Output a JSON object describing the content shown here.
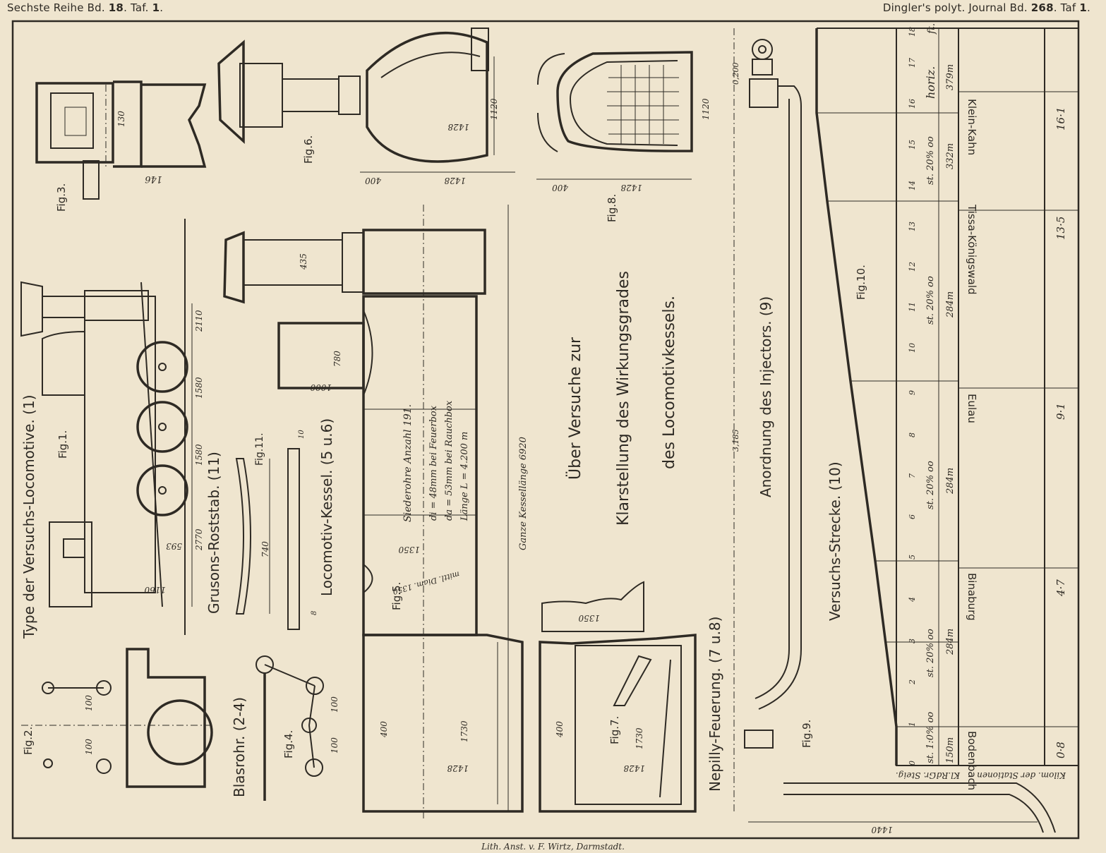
{
  "header": {
    "left_prefix": "Sechste Reihe Bd.",
    "left_vol": "18",
    "left_sep": ". Taf.",
    "left_num": "1",
    "left_end": ".",
    "right_prefix": "Dingler's polyt. Journal Bd.",
    "right_vol": "268",
    "right_sep": ". Taf",
    "right_num": "1",
    "right_end": "."
  },
  "footer": "Lith. Anst. v. F. Wirtz, Darmstadt.",
  "titles": {
    "main1": "Über Versuche zur",
    "main2": "Klarstellung des Wirkungsgrades",
    "main3": "des Locomotivkessels.",
    "type_loco": "Type der Versuchs-Locomotive. (1)",
    "grusons": "Grusons-Roststab. (11)",
    "loco_kessel": "Locomotiv-Kessel. (5 u.6)",
    "blasrohr": "Blasrohr. (2-4)",
    "nepilly": "Nepilly-Feuerung. (7 u.8)",
    "injectors": "Anordnung des Injectors. (9)",
    "strecke": "Versuchs-Strecke. (10)"
  },
  "figures": {
    "fig1": "Fig.1.",
    "fig2": "Fig.2.",
    "fig3": "Fig.3.",
    "fig4": "Fig.4.",
    "fig5": "Fig.5.",
    "fig6": "Fig.6.",
    "fig7": "Fig.7.",
    "fig8": "Fig.8.",
    "fig9": "Fig.9.",
    "fig10": "Fig.10.",
    "fig11": "Fig.11."
  },
  "boiler_text": {
    "line1": "Siederohre Anzahl 191.",
    "line2": "di = 48mm bei Feuerbox",
    "line3": "da = 53mm bei Rauchbox",
    "line4": "Länge L = 4.200 m",
    "ganze": "Ganze Kessellänge 6920",
    "mittl": "mittl. Diam. 1350"
  },
  "dims": {
    "d130": "130",
    "d146": "146",
    "d400a": "400",
    "d1428a": "1428",
    "d1120a": "1120",
    "d1428b": "1428",
    "d400b": "400",
    "d1428c": "1428",
    "d1120b": "1120",
    "d435": "435",
    "d780": "780",
    "d1000": "1000",
    "d1350a": "1350",
    "d2110": "2110",
    "d1580a": "1580",
    "d1580b": "1580",
    "d2770": "2770",
    "d593": "593",
    "d1160": "1160",
    "d740": "740",
    "d10": "10",
    "d8": "8",
    "d100a": "100",
    "d100b": "100",
    "d100c": "100",
    "d100d": "100",
    "d400c": "400",
    "d1428d": "1428",
    "d1730a": "1730",
    "d1350b": "1350",
    "d400d": "400",
    "d1730b": "1730",
    "d1428e": "1428",
    "d0200": "0,200",
    "d3185": "3,185",
    "d1440": "1440"
  },
  "profile": {
    "header_km": "Kilom. der Stationen",
    "header_kl": "Kl.Rd.",
    "header_gr": "Gr. Steig.",
    "ft": "ft.",
    "km_marks": [
      "0",
      "1",
      "2",
      "3",
      "4",
      "5",
      "6",
      "7",
      "8",
      "9",
      "10",
      "11",
      "12",
      "13",
      "14",
      "15",
      "16",
      "17",
      "18"
    ],
    "segments": [
      {
        "grade": "st. 1:0% oo",
        "radius": "150m"
      },
      {
        "grade": "st. 20% oo",
        "radius": "284m"
      },
      {
        "grade": "st. 20% oo",
        "radius": "284m"
      },
      {
        "grade": "st. 20% oo",
        "radius": "284m"
      },
      {
        "grade": "st. 20% oo",
        "radius": "332m"
      },
      {
        "grade": "horiz.",
        "radius": "379m"
      }
    ],
    "stations": [
      {
        "name": "Bodenbach",
        "km": "0·8"
      },
      {
        "name": "Binaburg",
        "km": "4·7"
      },
      {
        "name": "Eulau",
        "km": "9·1"
      },
      {
        "name": "Tissa-Königswald",
        "km": "13·5"
      },
      {
        "name": "Klein-Kahn",
        "km": "16·1"
      }
    ]
  }
}
